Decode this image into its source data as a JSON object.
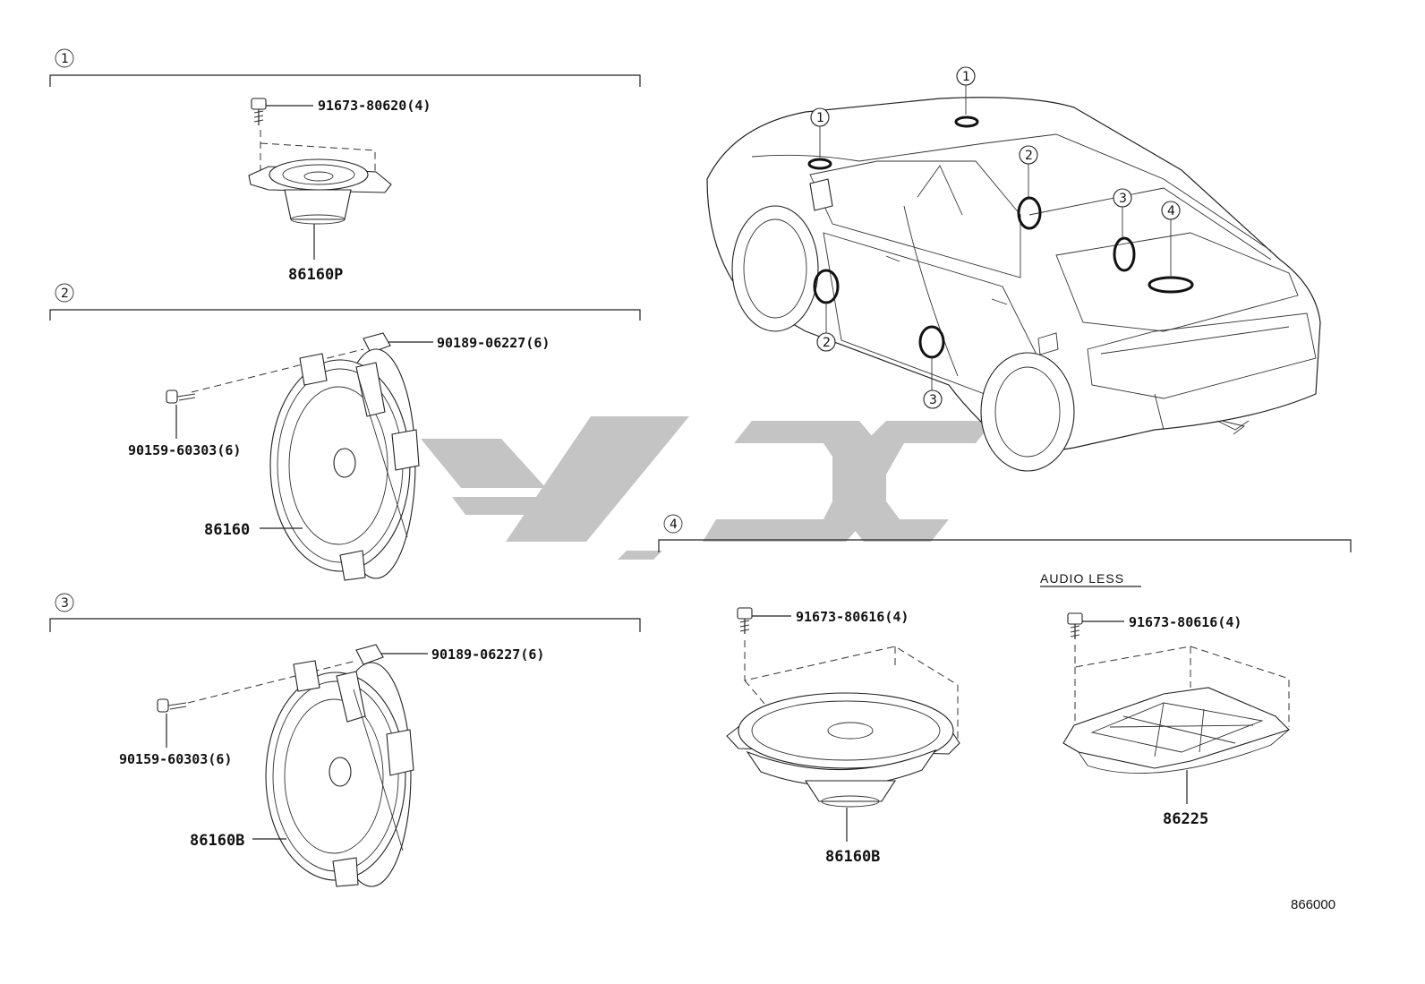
{
  "sections": [
    {
      "number": "1",
      "parts": [
        {
          "label": "91673-80620(4)",
          "part_name": "bolt-icon"
        },
        {
          "label": "86160P",
          "part_name": "tweeter-speaker-icon"
        }
      ]
    },
    {
      "number": "2",
      "parts": [
        {
          "label": "90189-06227(6)",
          "part_name": "clip-nut-icon"
        },
        {
          "label": "90159-60303(6)",
          "part_name": "screw-icon"
        },
        {
          "label": "86160",
          "part_name": "door-speaker-icon"
        }
      ]
    },
    {
      "number": "3",
      "parts": [
        {
          "label": "90189-06227(6)",
          "part_name": "clip-nut-icon"
        },
        {
          "label": "90159-60303(6)",
          "part_name": "screw-icon"
        },
        {
          "label": "86160B",
          "part_name": "rear-door-speaker-icon"
        }
      ]
    },
    {
      "number": "4",
      "note": "AUDIO LESS",
      "parts": [
        {
          "label": "91673-80616(4)",
          "part_name": "bolt-icon"
        },
        {
          "label": "86160B",
          "part_name": "oval-speaker-icon"
        },
        {
          "label": "91673-80616(4)",
          "part_name": "bolt-icon"
        },
        {
          "label": "86225",
          "part_name": "speaker-cover-plate-icon"
        }
      ]
    }
  ],
  "car_callouts": [
    "1",
    "1",
    "2",
    "2",
    "3",
    "3",
    "4"
  ],
  "diagram_code": "866000",
  "colors": {
    "line": "#222222",
    "watermark": "#c4c4c4",
    "background": "#ffffff"
  }
}
